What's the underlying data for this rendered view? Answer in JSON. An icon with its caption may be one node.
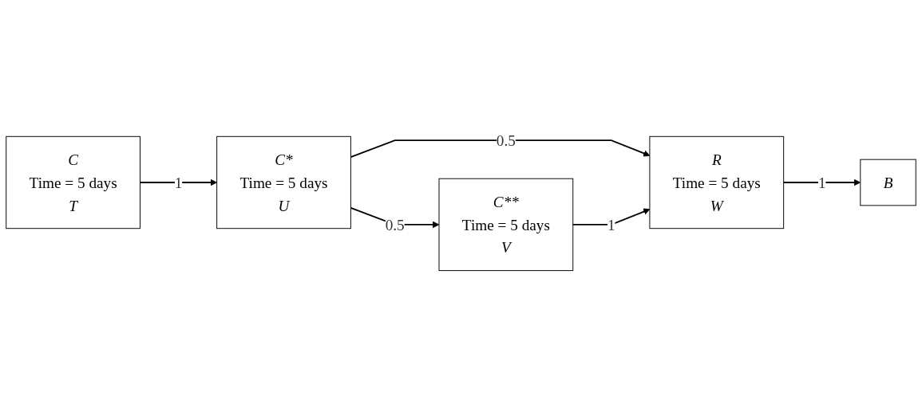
{
  "diagram": {
    "nodes": [
      {
        "text": [
          "C",
          "Time = 5 days",
          "T"
        ]
      },
      {
        "text": [
          "C*",
          "Time = 5 days",
          "U"
        ]
      },
      {
        "text": [
          "C**",
          "Time = 5 days",
          "V"
        ]
      },
      {
        "text": [
          "R",
          "Time = 5 days",
          "W"
        ]
      },
      {
        "text": [
          "B"
        ]
      }
    ],
    "edges": [
      {
        "from": 0,
        "to": 1,
        "arrow": "to",
        "label": "1"
      },
      {
        "from": 1,
        "to": 3,
        "arrow": "to",
        "label": "0.5"
      },
      {
        "from": 1,
        "to": 2,
        "arrow": "to",
        "label": "0.5"
      },
      {
        "from": 2,
        "to": 3,
        "arrow": "to",
        "label": "1"
      },
      {
        "from": 3,
        "to": 4,
        "arrow": "to",
        "label": "1"
      }
    ]
  }
}
